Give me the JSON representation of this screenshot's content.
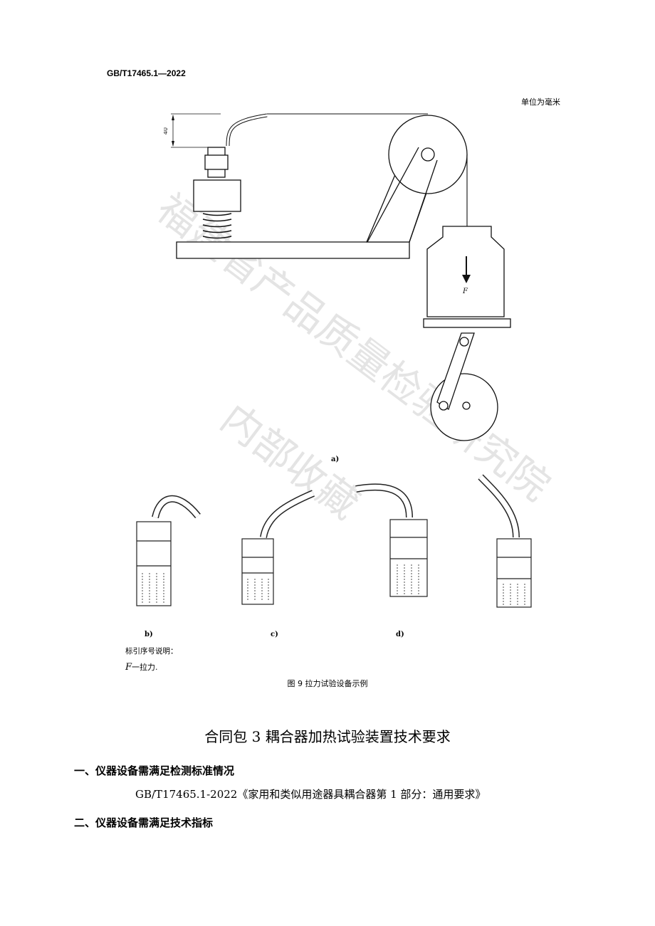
{
  "header": {
    "standard_code": "GB/T17465.1—2022",
    "unit_note": "单位为毫米"
  },
  "figure": {
    "dimension_label": "40",
    "force_label": "F",
    "sub_labels": {
      "a": "a)",
      "b": "b)",
      "c": "c)",
      "d": "d)"
    },
    "legend_title": "标引序号说明：",
    "legend_symbol": "F",
    "legend_text": "一拉力.",
    "caption": "图 9 拉力试验设备示例"
  },
  "watermark": {
    "line1": "福建省产品质量检验研究院",
    "line2": "内部收藏"
  },
  "document": {
    "title": "合同包 3 耦合器加热试验装置技术要求",
    "section1_heading": "一、仪器设备需满足检测标准情况",
    "section1_body": "GB/T17465.1-2022《家用和类似用途器具耦合器第 1 部分：通用要求》",
    "section2_heading": "二、仪器设备需满足技术指标"
  }
}
